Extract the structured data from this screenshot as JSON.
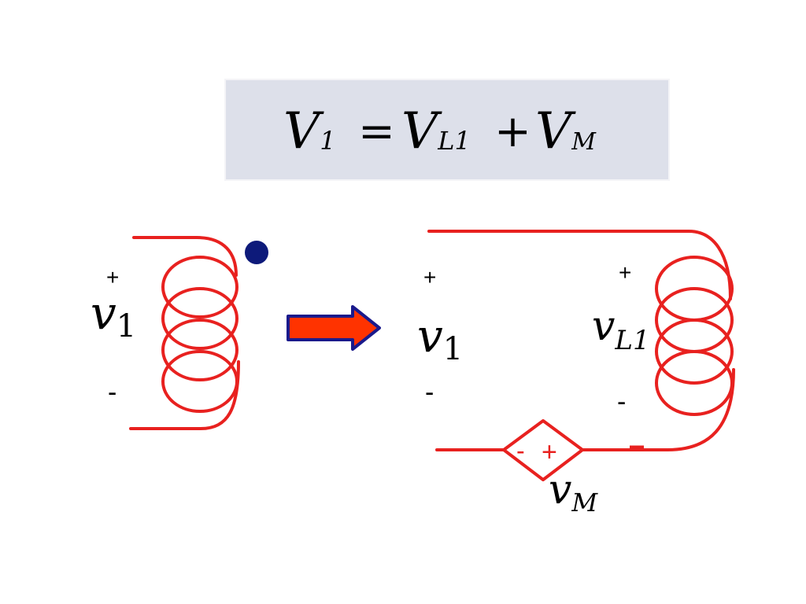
{
  "equation": {
    "v1": "V",
    "v1_sub": "1",
    "equals": "=",
    "vL1": "V",
    "vL1_sub": "L1",
    "plus": "+",
    "vM": "V",
    "vM_sub": "M"
  },
  "left_circuit": {
    "plus_sign": "+",
    "minus_sign": "-",
    "voltage_symbol": "v",
    "voltage_subscript": "1"
  },
  "right_circuit": {
    "left_plus": "+",
    "left_minus": "-",
    "left_voltage_symbol": "v",
    "left_voltage_subscript": "1",
    "inductor_plus": "+",
    "inductor_minus": "-",
    "inductor_voltage_symbol": "v",
    "inductor_voltage_subscript": "L1",
    "source_minus": "-",
    "source_plus": "+",
    "source_voltage_symbol": "v",
    "source_voltage_subscript": "M"
  },
  "colors": {
    "wire": "#e8211f",
    "dot": "#0d1a7a",
    "arrow_fill": "#ff3300",
    "arrow_outline": "#1a1a8c",
    "equation_background": "#dde0ea"
  }
}
